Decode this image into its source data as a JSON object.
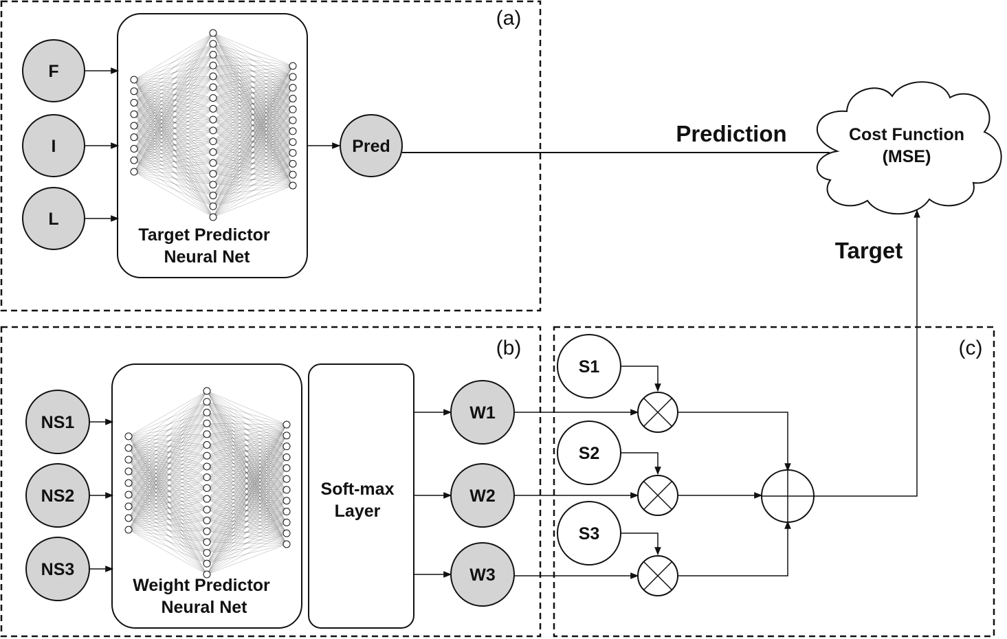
{
  "panels": {
    "a": "(a)",
    "b": "(b)",
    "c": "(c)"
  },
  "panel_a": {
    "inputs": [
      "F",
      "I",
      "L"
    ],
    "net_label_line1": "Target Predictor",
    "net_label_line2": "Neural Net",
    "output": "Pred"
  },
  "panel_b": {
    "inputs": [
      "NS1",
      "NS2",
      "NS3"
    ],
    "net_label_line1": "Weight Predictor",
    "net_label_line2": "Neural Net",
    "softmax_line1": "Soft-max",
    "softmax_line2": "Layer",
    "weights": [
      "W1",
      "W2",
      "W3"
    ]
  },
  "panel_c": {
    "sources": [
      "S1",
      "S2",
      "S3"
    ]
  },
  "cost": {
    "line1": "Cost Function",
    "line2": "(MSE)"
  },
  "edge_labels": {
    "prediction": "Prediction",
    "target": "Target"
  },
  "colors": {
    "node_fill": "#d4d4d4",
    "stroke": "#111111"
  }
}
